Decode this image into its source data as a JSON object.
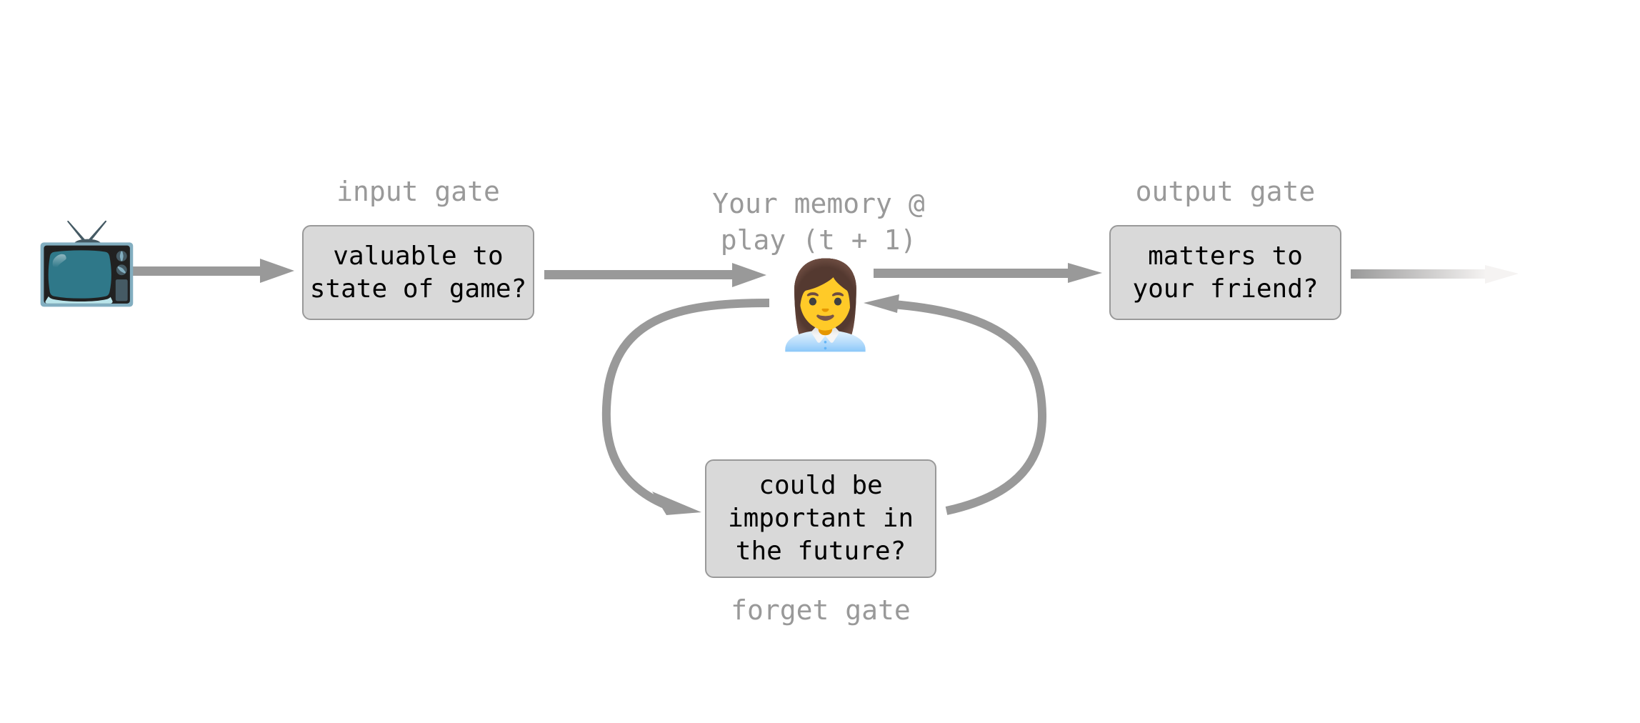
{
  "diagram": {
    "source_icon": "television-icon",
    "memory_icon": "woman-office-worker-icon",
    "memory_title": "Your memory @\nplay (t + 1)",
    "input_gate": {
      "label": "input gate",
      "question": "valuable to\nstate of game?"
    },
    "forget_gate": {
      "label": "forget gate",
      "question": "could be\nimportant in\nthe future?"
    },
    "output_gate": {
      "label": "output gate",
      "question": "matters to\nyour friend?"
    },
    "colors": {
      "arrow": "#999999",
      "box_fill": "#d9d9d9",
      "box_border": "#999999",
      "label_text": "#999999",
      "box_text": "#000000"
    }
  }
}
